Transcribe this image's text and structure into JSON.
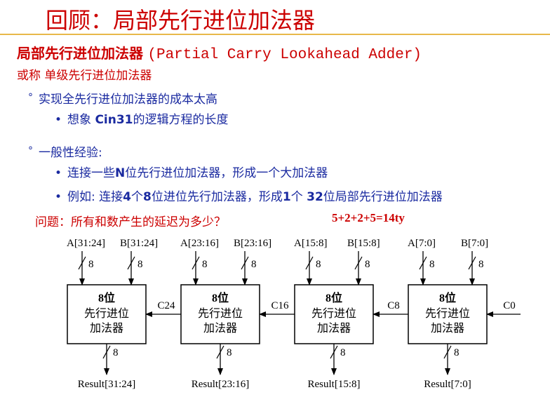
{
  "title": "回顾：局部先行进位加法器",
  "subtitle": {
    "zh": "局部先行进位加法器",
    "en": "(Partial Carry Lookahead Adder)"
  },
  "alias": "或称 单级先行进位加法器",
  "points": [
    {
      "bullet": "°",
      "text": "实现全先行进位加法器的成本太高",
      "sub": [
        {
          "parts": [
            {
              "t": "想象 "
            },
            {
              "t": "Cin31",
              "b": true
            },
            {
              "t": "的逻辑方程的长度"
            }
          ]
        }
      ]
    },
    {
      "bullet": "°",
      "text": "一般性经验:",
      "sub": [
        {
          "parts": [
            {
              "t": "连接一些"
            },
            {
              "t": "N",
              "b": true
            },
            {
              "t": "位先行进位加法器，形成一个大加法器"
            }
          ]
        },
        {
          "parts": [
            {
              "t": "例如: 连接"
            },
            {
              "t": "4",
              "b": true
            },
            {
              "t": "个"
            },
            {
              "t": "8",
              "b": true
            },
            {
              "t": "位进位先行加法器，形成"
            },
            {
              "t": "1",
              "b": true
            },
            {
              "t": "个 "
            },
            {
              "t": "32",
              "b": true
            },
            {
              "t": "位局部先行进位加法器"
            }
          ]
        }
      ]
    }
  ],
  "question": "问题：所有和数产生的延迟为多少？",
  "answer": "5+2+2+5=14ty",
  "diagram": {
    "bullet_char": "•",
    "width_label": "8",
    "adders": [
      {
        "a": "A[31:24]",
        "b": "B[31:24]",
        "line1": "8位",
        "line2": "先行进位",
        "line3": "加法器",
        "result": "Result[31:24]",
        "carry_in": "C24"
      },
      {
        "a": "A[23:16]",
        "b": "B[23:16]",
        "line1": "8位",
        "line2": "先行进位",
        "line3": "加法器",
        "result": "Result[23:16]",
        "carry_in": "C16"
      },
      {
        "a": "A[15:8]",
        "b": "B[15:8]",
        "line1": "8位",
        "line2": "先行进位",
        "line3": "加法器",
        "result": "Result[15:8]",
        "carry_in": "C8"
      },
      {
        "a": "A[7:0]",
        "b": "B[7:0]",
        "line1": "8位",
        "line2": "先行进位",
        "line3": "加法器",
        "result": "Result[7:0]",
        "carry_in": "C0"
      }
    ]
  },
  "colors": {
    "title": "#cc0000",
    "body": "#1a2aa0",
    "rule": "#e8b84a",
    "diagram": "#000000"
  }
}
